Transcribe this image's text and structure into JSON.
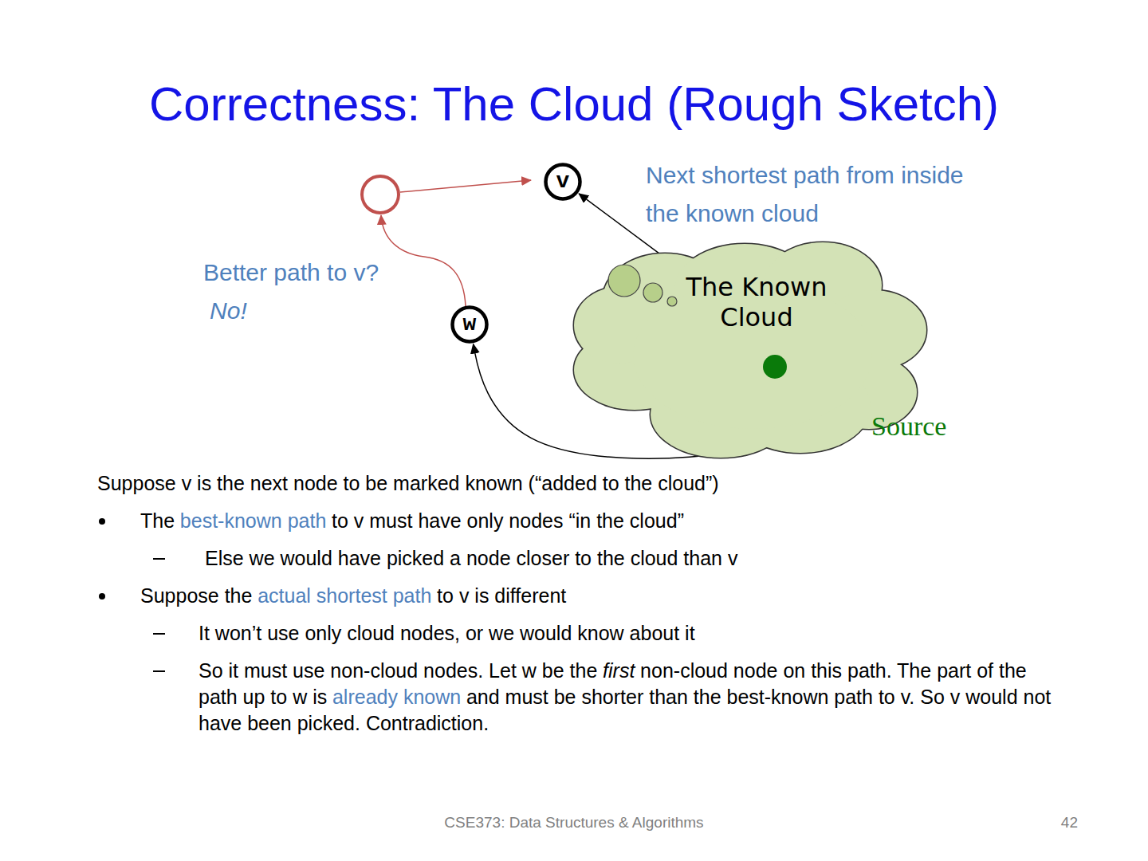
{
  "diagram": {
    "title": "Correctness: The Cloud (Rough Sketch)",
    "nodes": [
      {
        "text": [
          "v"
        ]
      },
      {
        "text": [
          "The Known Cloud"
        ]
      },
      {
        "text": [
          "w"
        ]
      }
    ],
    "edges": [
      {
        "from": 1,
        "to": 0,
        "arrow": "to"
      },
      {
        "from": 1,
        "to": 2,
        "arrow": "to"
      }
    ],
    "labels": [
      "Next shortest path from inside the known cloud",
      "Better path to v?",
      "No!",
      "Source",
      "Suppose v is the next node to be marked known (“added to the cloud”)",
      "The",
      "best-known path",
      "to v must have only nodes “in the cloud”",
      "Else we would have picked a node closer to the cloud than v",
      "Suppose the",
      "actual shortest path",
      "to v is different",
      "It won’t use only cloud nodes, or we would know about it",
      "So it must use non-cloud nodes.  Let w be the",
      "first",
      "non-cloud node on this path.  The part of the path up to w is",
      "already known",
      "and must be shorter than the best-known path to v.  So v would not have been picked.  Contradiction.",
      "CSE373: Data Structures & Algorithms",
      "42"
    ]
  }
}
